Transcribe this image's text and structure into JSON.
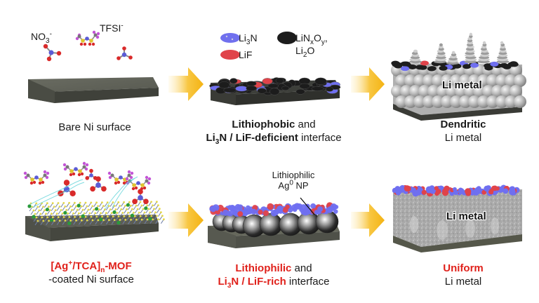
{
  "colors": {
    "accent_red": "#e0211b",
    "arrow_yellow": "#f6b81c",
    "ni_substrate": "#55574e",
    "li3n": "#6f6ff0",
    "lif": "#e0434a",
    "linxoy": "#1c1c1c",
    "li_metal": "#b9b9b9"
  },
  "top_row": {
    "panel1": {
      "labels": {
        "no3": "NO",
        "no3_sub": "3",
        "no3_sup": "-",
        "tfsi": "TFSI",
        "tfsi_sup": "-"
      },
      "caption": "Bare Ni surface"
    },
    "panel2": {
      "legend": {
        "li3n_a": "Li",
        "li3n_sub": "3",
        "li3n_b": "N",
        "lif": "LiF",
        "linxoy_a": "LiN",
        "linxoy_sub1": "x",
        "linxoy_b": "O",
        "linxoy_sub2": "y",
        "linxoy_c": ",",
        "li2o_a": "Li",
        "li2o_sub": "2",
        "li2o_b": "O"
      },
      "caption_line1_bold": "Lithiophobic",
      "caption_line1_rest": " and",
      "caption_line2_bold_a": "Li",
      "caption_line2_bold_sub": "3",
      "caption_line2_bold_b": "N / LiF-deficient",
      "caption_line2_rest": " interface"
    },
    "panel3": {
      "inner_label": "Li metal",
      "caption_line1": "Dendritic",
      "caption_line2": "Li metal"
    }
  },
  "bottom_row": {
    "panel1": {
      "caption_line1_a": "[Ag",
      "caption_line1_sup": "+",
      "caption_line1_b": "/TCA]",
      "caption_line1_sub": "n",
      "caption_line1_c": "-MOF",
      "caption_line2": "-coated Ni surface"
    },
    "panel2": {
      "callout_line1": "Lithiophilic",
      "callout_line2_a": "Ag",
      "callout_line2_sup": "0",
      "callout_line2_b": " NP",
      "caption_line1_red": "Lithiophilic",
      "caption_line1_rest": " and",
      "caption_line2_red_a": "Li",
      "caption_line2_red_sub": "3",
      "caption_line2_red_b": "N / LiF-rich",
      "caption_line2_rest": " interface"
    },
    "panel3": {
      "inner_label": "Li metal",
      "caption_line1": "Uniform",
      "caption_line2": "Li metal"
    }
  },
  "arrows": [
    "process-arrow",
    "process-arrow",
    "process-arrow",
    "process-arrow"
  ]
}
